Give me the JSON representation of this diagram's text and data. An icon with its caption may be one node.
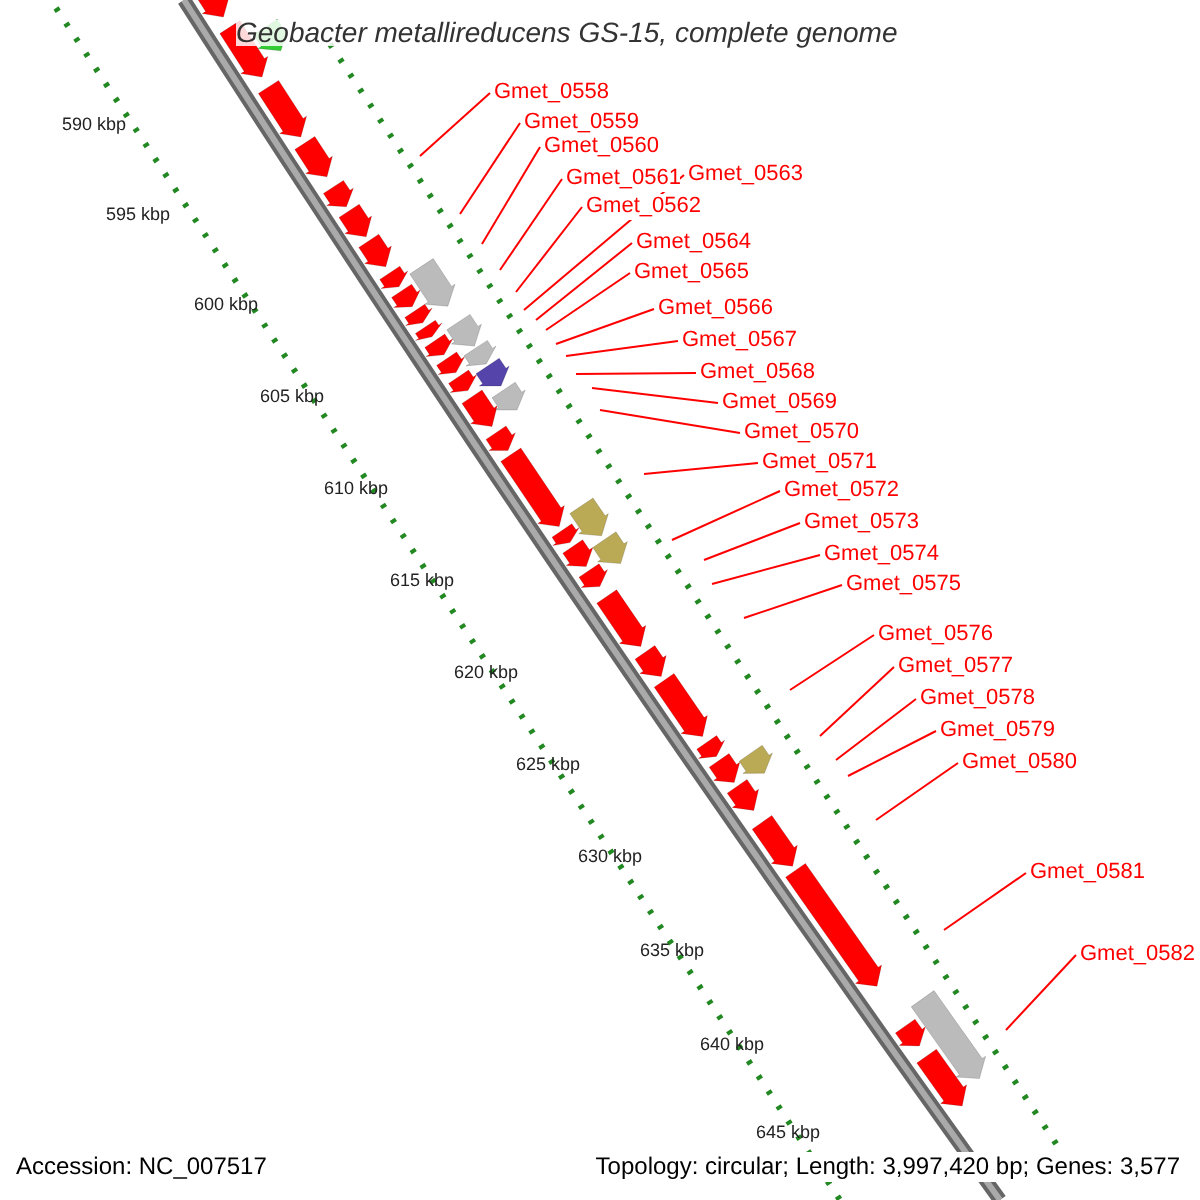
{
  "diagram": {
    "title": "Geobacter metallireducens GS-15, complete genome",
    "nodes": [
      {
        "text": [
          "Gmet_0558"
        ]
      },
      {
        "text": [
          "Gmet_0559"
        ]
      },
      {
        "text": [
          "Gmet_0560"
        ]
      },
      {
        "text": [
          "Gmet_0561"
        ]
      },
      {
        "text": [
          "Gmet_0562"
        ]
      },
      {
        "text": [
          "Gmet_0563"
        ]
      },
      {
        "text": [
          "Gmet_0564"
        ]
      },
      {
        "text": [
          "Gmet_0565"
        ]
      },
      {
        "text": [
          "Gmet_0566"
        ]
      },
      {
        "text": [
          "Gmet_0567"
        ]
      },
      {
        "text": [
          "Gmet_0568"
        ]
      },
      {
        "text": [
          "Gmet_0569"
        ]
      },
      {
        "text": [
          "Gmet_0570"
        ]
      },
      {
        "text": [
          "Gmet_0571"
        ]
      },
      {
        "text": [
          "Gmet_0572"
        ]
      },
      {
        "text": [
          "Gmet_0573"
        ]
      },
      {
        "text": [
          "Gmet_0574"
        ]
      },
      {
        "text": [
          "Gmet_0575"
        ]
      },
      {
        "text": [
          "Gmet_0576"
        ]
      },
      {
        "text": [
          "Gmet_0577"
        ]
      },
      {
        "text": [
          "Gmet_0578"
        ]
      },
      {
        "text": [
          "Gmet_0579"
        ]
      },
      {
        "text": [
          "Gmet_0580"
        ]
      },
      {
        "text": [
          "Gmet_0581"
        ]
      },
      {
        "text": [
          "Gmet_0582"
        ]
      }
    ],
    "edges": [
      {
        "from": 0,
        "to": null,
        "arrow": "none"
      },
      {
        "from": 1,
        "to": null,
        "arrow": "none"
      },
      {
        "from": 2,
        "to": null,
        "arrow": "none"
      },
      {
        "from": 3,
        "to": null,
        "arrow": "none"
      },
      {
        "from": 4,
        "to": null,
        "arrow": "none"
      },
      {
        "from": 5,
        "to": null,
        "arrow": "none"
      },
      {
        "from": 6,
        "to": null,
        "arrow": "none"
      },
      {
        "from": 7,
        "to": null,
        "arrow": "none"
      },
      {
        "from": 8,
        "to": null,
        "arrow": "none"
      },
      {
        "from": 9,
        "to": null,
        "arrow": "none"
      },
      {
        "from": 10,
        "to": null,
        "arrow": "none"
      },
      {
        "from": 11,
        "to": null,
        "arrow": "none"
      },
      {
        "from": 12,
        "to": null,
        "arrow": "none"
      },
      {
        "from": 13,
        "to": null,
        "arrow": "none"
      },
      {
        "from": 14,
        "to": null,
        "arrow": "none"
      },
      {
        "from": 15,
        "to": null,
        "arrow": "none"
      },
      {
        "from": 16,
        "to": null,
        "arrow": "none"
      },
      {
        "from": 17,
        "to": null,
        "arrow": "none"
      },
      {
        "from": 18,
        "to": null,
        "arrow": "none"
      },
      {
        "from": 19,
        "to": null,
        "arrow": "none"
      },
      {
        "from": 20,
        "to": null,
        "arrow": "none"
      },
      {
        "from": 21,
        "to": null,
        "arrow": "none"
      },
      {
        "from": 22,
        "to": null,
        "arrow": "none"
      },
      {
        "from": 23,
        "to": null,
        "arrow": "none"
      },
      {
        "from": 24,
        "to": null,
        "arrow": "none"
      }
    ],
    "labels": [
      "590 kbp",
      "595 kbp",
      "600 kbp",
      "605 kbp",
      "610 kbp",
      "615 kbp",
      "620 kbp",
      "625 kbp",
      "630 kbp",
      "635 kbp",
      "640 kbp",
      "645 kbp",
      "Accession: NC_007517",
      "Topology: circular; Length: 3,997,420 bp; Genes: 3,577"
    ]
  }
}
